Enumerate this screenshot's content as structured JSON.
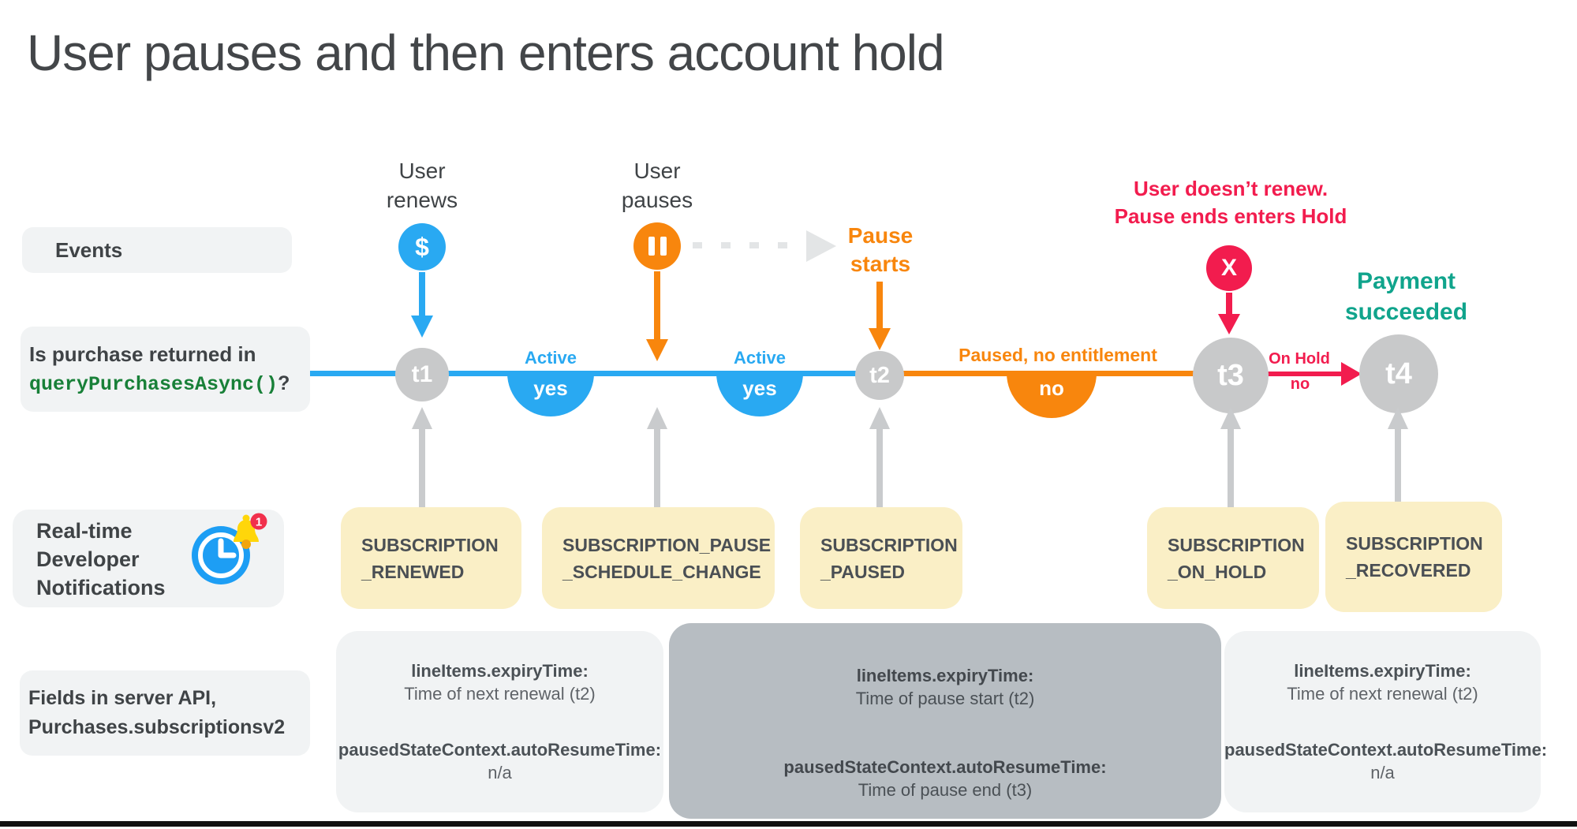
{
  "title": "User pauses and then enters account hold",
  "colors": {
    "blue": "#29A9F2",
    "orange": "#F8860D",
    "red": "#F21C4E",
    "teal": "#10A48C",
    "code_green": "#188038",
    "node_gray": "#C8C9CA",
    "arrow_gray": "#C9CBCD",
    "yellow_box": "#FAEFC6",
    "light_gray_box": "#F1F3F4",
    "dark_gray_box": "#B7BDC2",
    "text_dark": "#3F4346"
  },
  "left_labels": {
    "events": "Events",
    "purchase_question": {
      "line1": "Is purchase returned in",
      "code": "queryPurchasesAsync()",
      "suffix": "?"
    },
    "rtdn": {
      "line1": "Real-time",
      "line2": "Developer",
      "line3": "Notifications",
      "badge": "1"
    },
    "fields": {
      "line1": "Fields in server API,",
      "line2": "Purchases.subscriptionsv2"
    }
  },
  "events": {
    "user_renews": {
      "line1": "User",
      "line2": "renews",
      "glyph": "$"
    },
    "user_pauses": {
      "line1": "User",
      "line2": "pauses"
    },
    "pause_starts": {
      "line1": "Pause",
      "line2": "starts"
    },
    "no_renew": {
      "line1": "User doesn’t renew.",
      "line2": "Pause ends enters Hold",
      "glyph": "X"
    },
    "payment": {
      "line1": "Payment",
      "line2": "succeeded"
    }
  },
  "timeline": {
    "nodes": {
      "t1": "t1",
      "t2": "t2",
      "t3": "t3",
      "t4": "t4"
    },
    "statuses": {
      "active1": {
        "label": "Active",
        "value": "yes"
      },
      "active2": {
        "label": "Active",
        "value": "yes"
      },
      "paused": {
        "label": "Paused, no entitlement",
        "value": "no"
      },
      "on_hold": {
        "label": "On Hold",
        "value": "no"
      }
    }
  },
  "notifications": {
    "renewed": {
      "line1": "SUBSCRIPTION",
      "line2": "_RENEWED"
    },
    "pause_schedule_change": {
      "line1": "SUBSCRIPTION_PAUSE",
      "line2": "_SCHEDULE_CHANGE"
    },
    "paused": {
      "line1": "SUBSCRIPTION",
      "line2": "_PAUSED"
    },
    "on_hold": {
      "line1": "SUBSCRIPTION",
      "line2": "_ON_HOLD"
    },
    "recovered": {
      "line1": "SUBSCRIPTION",
      "line2": "_RECOVERED"
    }
  },
  "api_fields": {
    "box1": {
      "f1_label": "lineItems.expiryTime:",
      "f1_value": "Time of next renewal (t2)",
      "f2_label": "pausedStateContext.autoResumeTime:",
      "f2_value": "n/a"
    },
    "box2": {
      "f1_label": "lineItems.expiryTime:",
      "f1_value": "Time of pause start (t2)",
      "f2_label": "pausedStateContext.autoResumeTime:",
      "f2_value": "Time of pause end (t3)"
    },
    "box3": {
      "f1_label": "lineItems.expiryTime:",
      "f1_value": "Time of next renewal (t2)",
      "f2_label": "pausedStateContext.autoResumeTime:",
      "f2_value": "n/a"
    }
  }
}
